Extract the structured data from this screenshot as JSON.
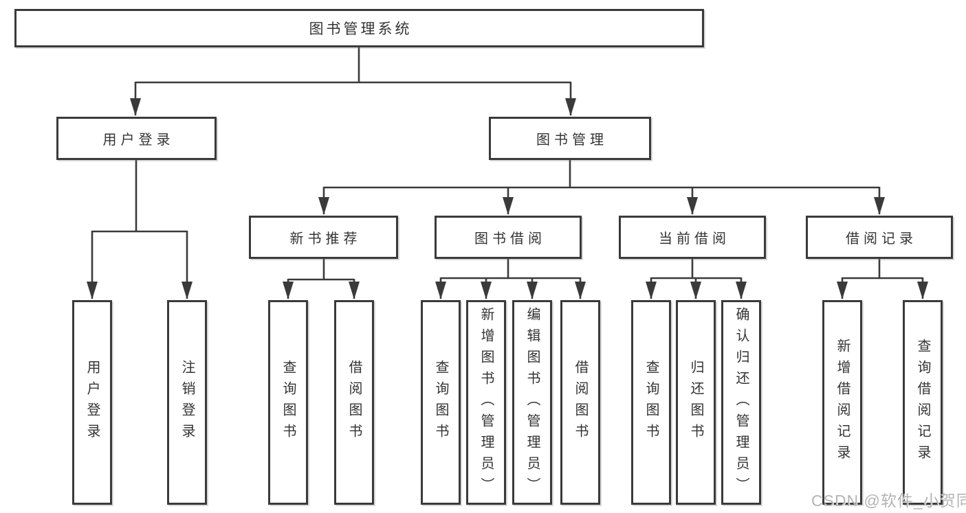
{
  "tree": {
    "label": "图书管理系统",
    "children": [
      {
        "label": "用户登录",
        "children": [
          {
            "label": "用户登录"
          },
          {
            "label": "注销登录"
          }
        ]
      },
      {
        "label": "图书管理",
        "children": [
          {
            "label": "新书推荐",
            "children": [
              {
                "label": "查询图书"
              },
              {
                "label": "借阅图书"
              }
            ]
          },
          {
            "label": "图书借阅",
            "children": [
              {
                "label": "查询图书"
              },
              {
                "label": "新增图书（管理员）"
              },
              {
                "label": "编辑图书（管理员）"
              },
              {
                "label": "借阅图书"
              }
            ]
          },
          {
            "label": "当前借阅",
            "children": [
              {
                "label": "查询图书"
              },
              {
                "label": "归还图书"
              },
              {
                "label": "确认归还（管理员）"
              }
            ]
          },
          {
            "label": "借阅记录",
            "children": [
              {
                "label": "新增借阅记录"
              },
              {
                "label": "查询借阅记录"
              }
            ]
          }
        ]
      }
    ]
  },
  "watermark": "CSDN @软件_小贺同学",
  "colors": {
    "line": "#3a3a3a",
    "box_border": "#3a3a3a",
    "box_bg": "#ffffff",
    "text": "#333333",
    "watermark": "#b4b4b4",
    "background": "#ffffff"
  }
}
